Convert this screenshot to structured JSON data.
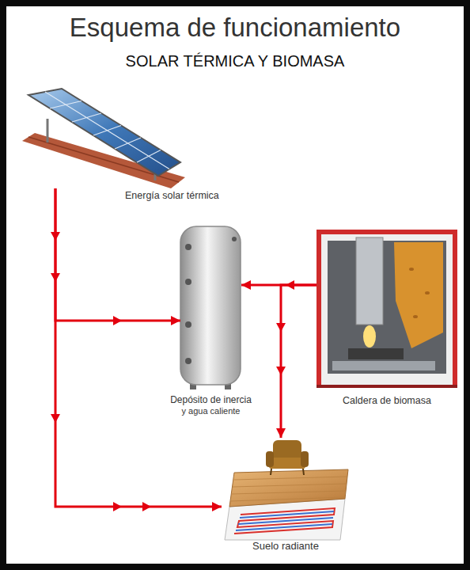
{
  "diagram": {
    "title": "Esquema de funcionamiento",
    "nodes": [
      {
        "text": [
          "Energía solar térmica"
        ]
      },
      {
        "text": [
          "Depósito de inercia",
          "y agua caliente"
        ]
      },
      {
        "text": [
          "Caldera de biomasa"
        ]
      },
      {
        "text": [
          "Suelo radiante"
        ]
      }
    ],
    "edges": [
      {
        "from": 0,
        "to": 1,
        "arrow": "to"
      },
      {
        "from": 0,
        "to": 3,
        "arrow": "to"
      },
      {
        "from": 2,
        "to": 1,
        "arrow": "to"
      },
      {
        "from": 2,
        "to": 3,
        "arrow": "to"
      }
    ],
    "labels": [
      "SOLAR TÉRMICA Y BIOMASA"
    ]
  }
}
